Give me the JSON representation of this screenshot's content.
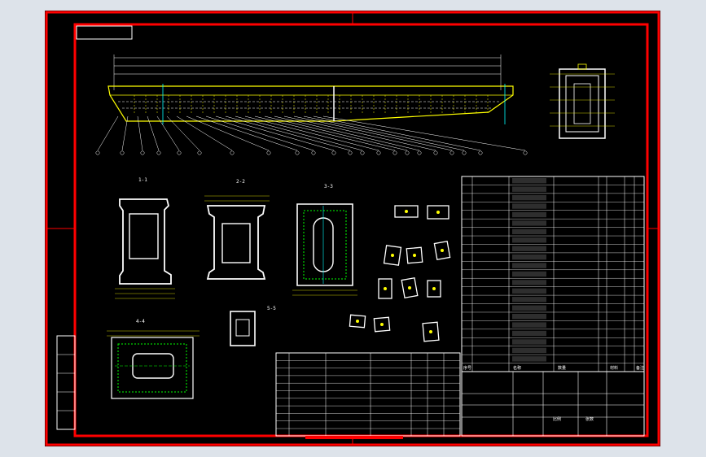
{
  "drawing": {
    "background": "#000000",
    "frame_color": "#ff0000",
    "line_color": "#ffffff",
    "accent_yellow": "#ffff00",
    "accent_green": "#00ff00",
    "accent_cyan": "#00ffff"
  },
  "views": {
    "main_elevation": {
      "label": ""
    },
    "section_1": {
      "label": "1-1"
    },
    "section_2": {
      "label": "2-2"
    },
    "section_3": {
      "label": "3-3"
    },
    "section_4": {
      "label": "4-4"
    },
    "section_5": {
      "label": "5-5"
    },
    "end_view": {
      "label": ""
    }
  },
  "title_block": {
    "header_cols": [
      "序号",
      "名称",
      "数量",
      "材料",
      "备注"
    ],
    "bom_rows": 22,
    "title_text": "",
    "ratio_label": "比例",
    "sheet_label": "张数"
  },
  "left_strip": {
    "rows": 5
  }
}
